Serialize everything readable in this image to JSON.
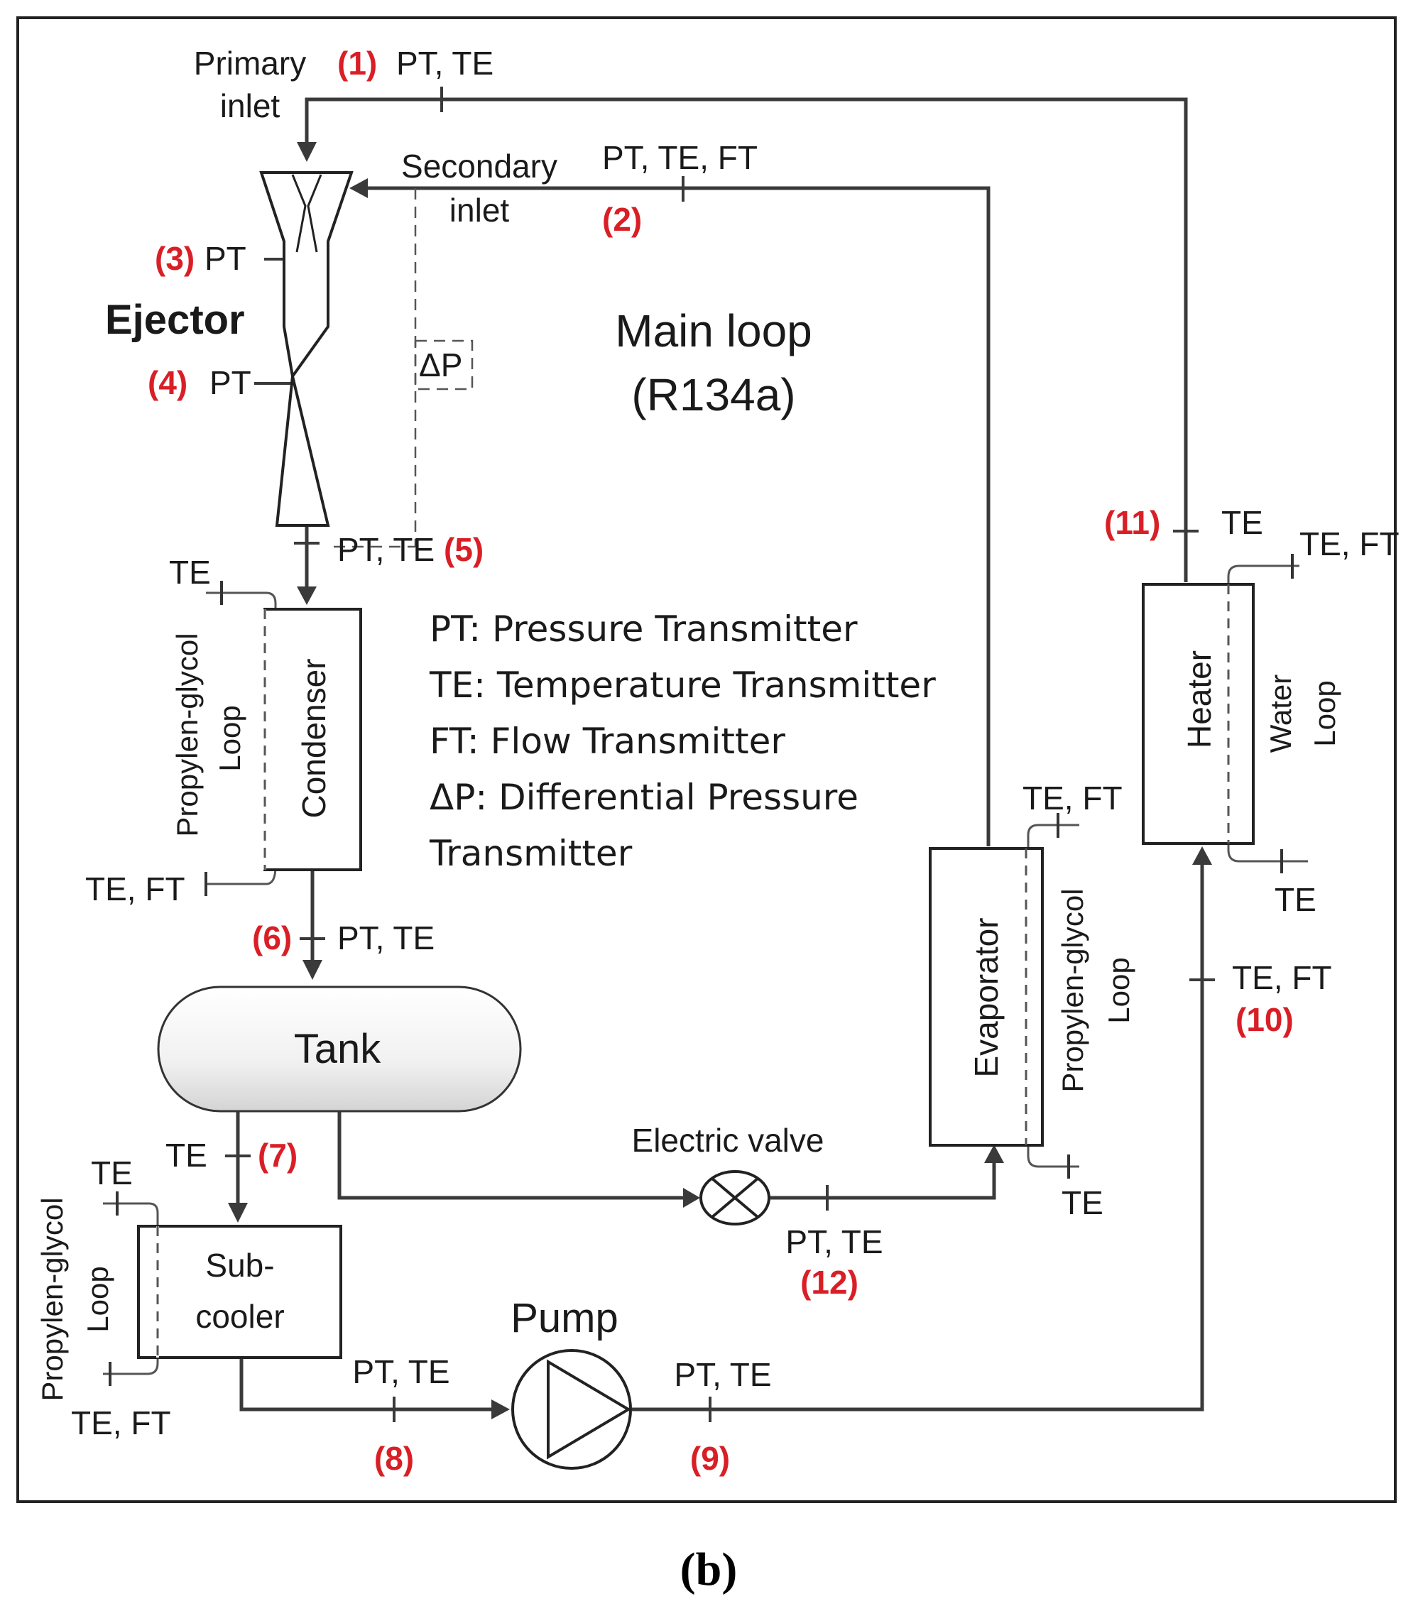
{
  "legend": {
    "pt": "PT: Pressure Transmitter",
    "te": "TE: Temperature Transmitter",
    "ft": "FT: Flow Transmitter",
    "dp1": "ΔP: Differential Pressure",
    "dp2": "Transmitter"
  },
  "main_loop": {
    "line1": "Main loop",
    "line2": "(R134a)"
  },
  "components": {
    "ejector": "Ejector",
    "condenser": "Condenser",
    "tank": "Tank",
    "subcooler_1": "Sub-",
    "subcooler_2": "cooler",
    "pump": "Pump",
    "electric_valve": "Electric valve",
    "evaporator": "Evaporator",
    "heater": "Heater"
  },
  "inlets": {
    "primary_1": "Primary",
    "primary_2": "inlet",
    "secondary_1": "Secondary",
    "secondary_2": "inlet",
    "dp": "ΔP"
  },
  "secondary_loops": {
    "condenser_1": "Propylen-glycol",
    "condenser_2": "Loop",
    "subcooler_1": "Propylen-glycol",
    "subcooler_2": "Loop",
    "evaporator_1": "Propylen-glycol",
    "evaporator_2": "Loop",
    "heater_1": "Water",
    "heater_2": "Loop"
  },
  "points": {
    "p1": {
      "num": "(1)",
      "sensors": "PT, TE"
    },
    "p2": {
      "num": "(2)",
      "sensors": "PT, TE, FT"
    },
    "p3": {
      "num": "(3)",
      "sensors": "PT"
    },
    "p4": {
      "num": "(4)",
      "sensors": "PT"
    },
    "p5": {
      "num": "(5)",
      "sensors": "PT, TE"
    },
    "p6": {
      "num": "(6)",
      "sensors": "PT, TE"
    },
    "p7": {
      "num": "(7)",
      "sensors": "TE"
    },
    "p8": {
      "num": "(8)",
      "sensors": "PT, TE"
    },
    "p9": {
      "num": "(9)",
      "sensors": "PT, TE"
    },
    "p10": {
      "num": "(10)",
      "sensors": "TE, FT"
    },
    "p11": {
      "num": "(11)",
      "sensors": "TE"
    },
    "p12": {
      "num": "(12)",
      "sensors": "PT, TE"
    }
  },
  "aux_sensors": {
    "cond_in": "TE",
    "cond_out": "TE, FT",
    "sub_in": "TE",
    "sub_out": "TE, FT",
    "evap_in": "TE, FT",
    "evap_out": "TE",
    "heat_in": "TE, FT",
    "heat_out": "TE"
  },
  "caption": "(b)"
}
